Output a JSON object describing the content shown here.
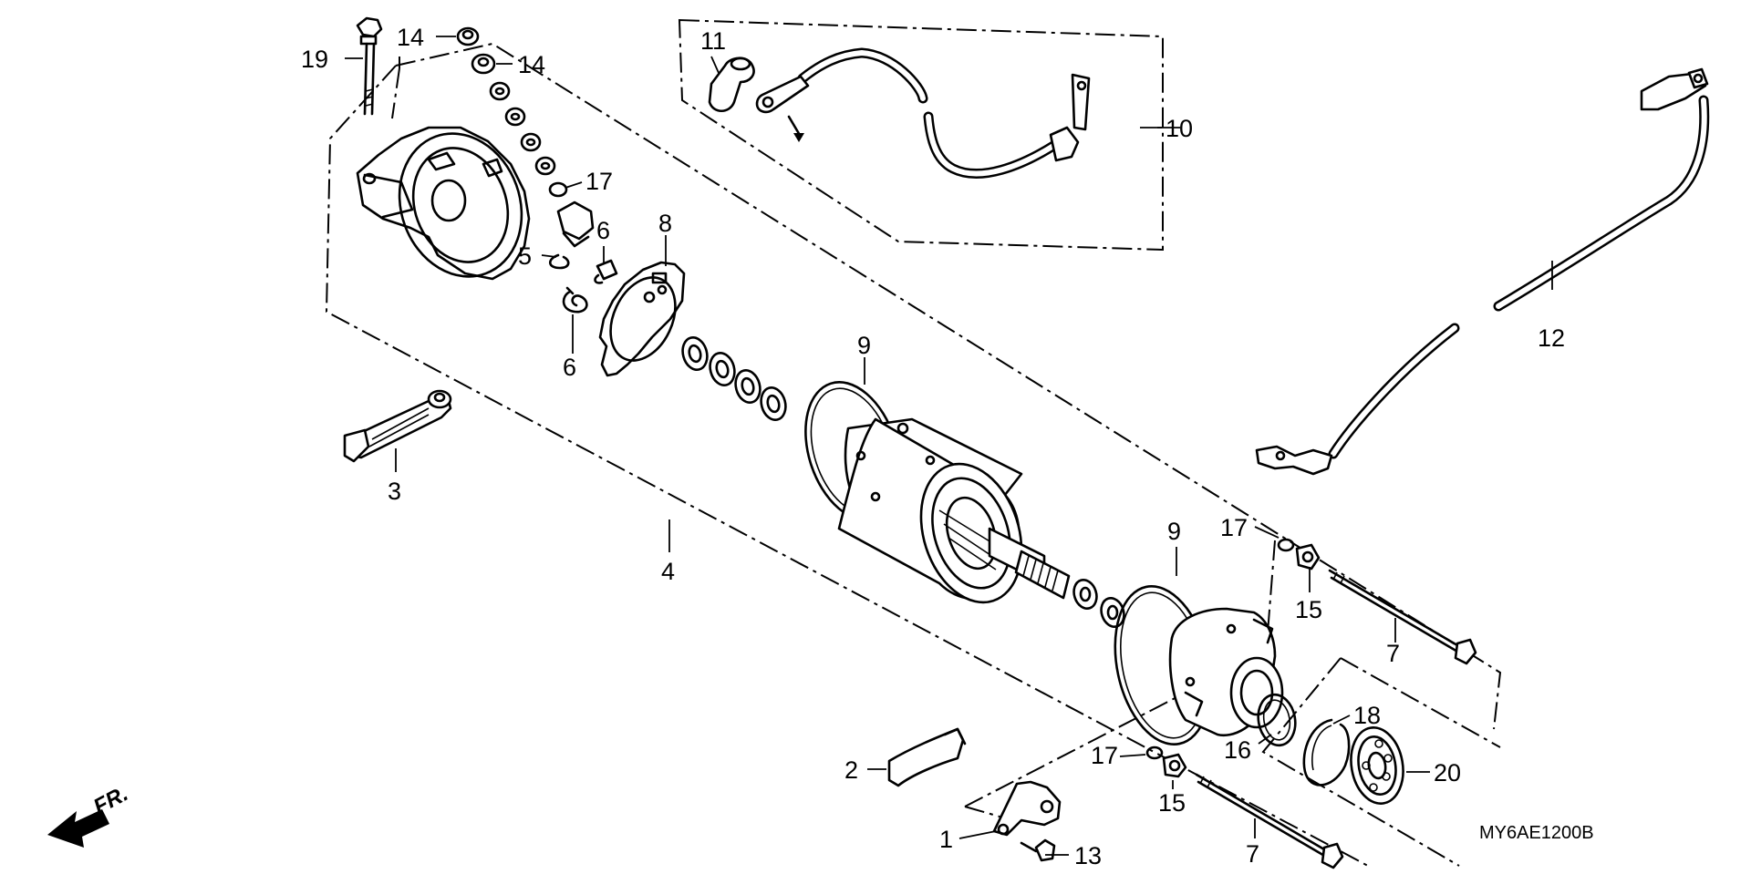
{
  "diagram_code": "MY6AE1200B",
  "front_marker": "FR.",
  "callouts": {
    "c1": "1",
    "c2": "2",
    "c3": "3",
    "c4": "4",
    "c5": "5",
    "c6a": "6",
    "c6b": "6",
    "c7a": "7",
    "c7b": "7",
    "c8": "8",
    "c9a": "9",
    "c9b": "9",
    "c10": "10",
    "c11": "11",
    "c12": "12",
    "c13": "13",
    "c14a": "14",
    "c14b": "14",
    "c15a": "15",
    "c15b": "15",
    "c16": "16",
    "c17a": "17",
    "c17b": "17",
    "c17c": "17",
    "c18": "18",
    "c19": "19",
    "c20": "20"
  }
}
